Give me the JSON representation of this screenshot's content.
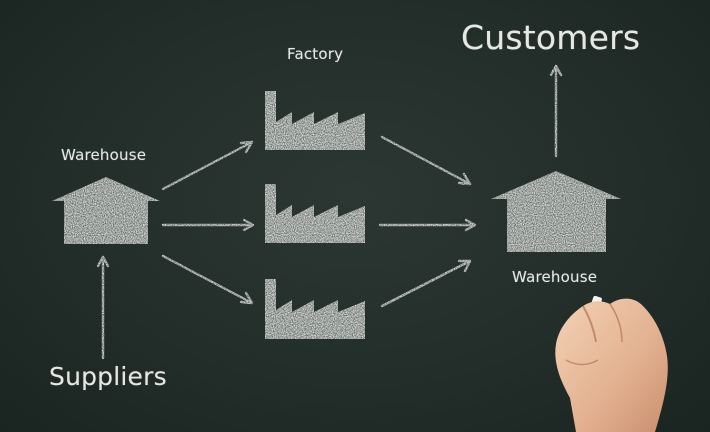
{
  "labels": {
    "factory": "Factory",
    "warehouse_left": "Warehouse",
    "warehouse_right": "Warehouse",
    "customers": "Customers",
    "suppliers": "Suppliers"
  },
  "icons": [
    "warehouse-icon",
    "factory-icon",
    "arrow-icon",
    "hand-holding-chalk"
  ],
  "colors": {
    "chalkboard": "#26302c",
    "chalk": "#e6e8e4"
  }
}
